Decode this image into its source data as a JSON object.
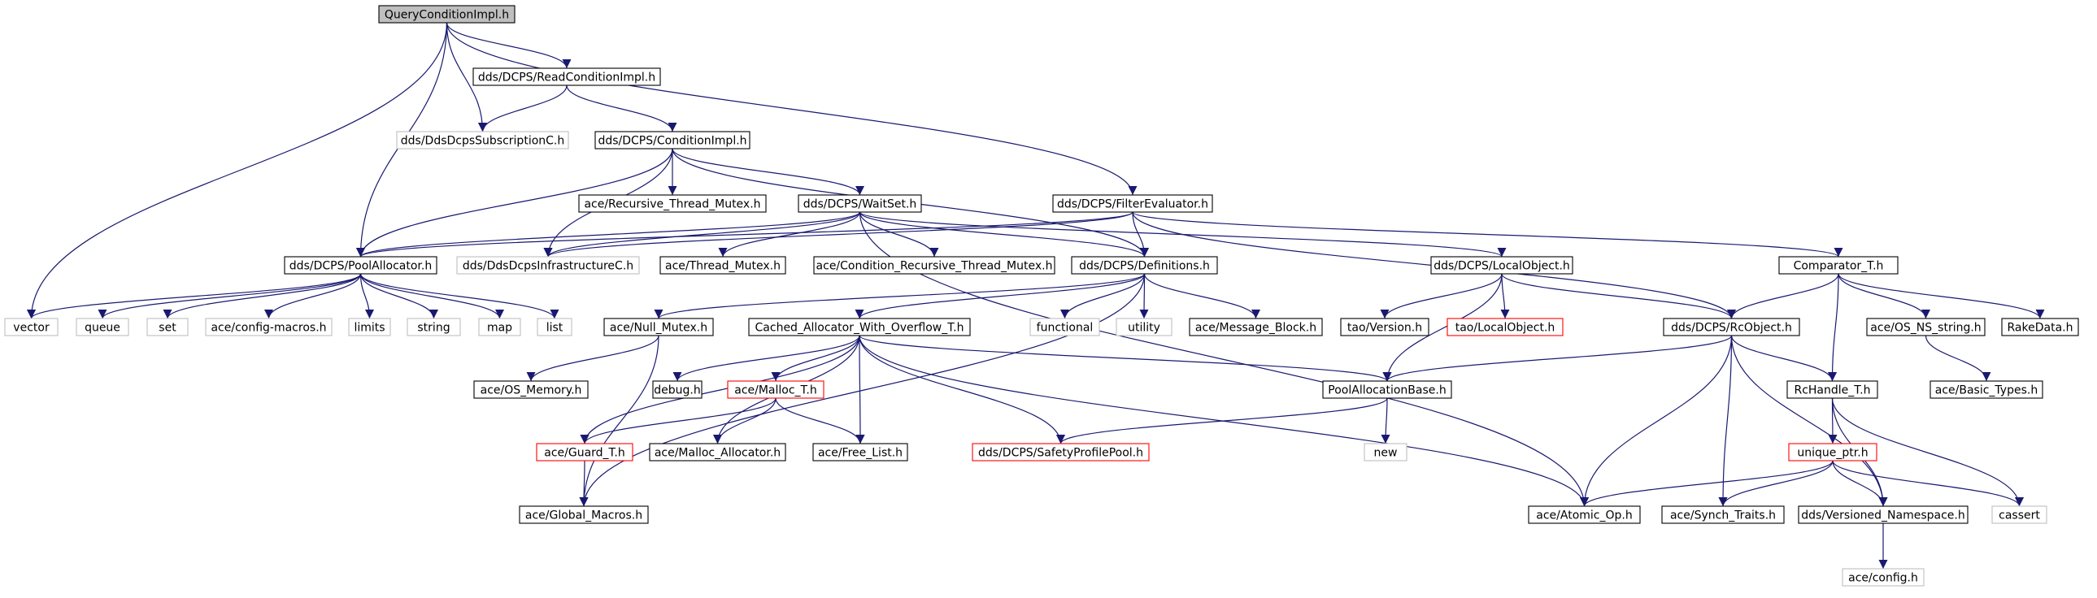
{
  "colors": {
    "edge": "#191970",
    "border_black": "#000000",
    "border_gray": "#bfbfbf",
    "border_red": "#ff0000",
    "root_fill": "#bfbfbf",
    "text": "#000000"
  },
  "nodes": [
    {
      "id": "root",
      "label": "QueryConditionImpl.h",
      "style": "root"
    },
    {
      "id": "readcond",
      "label": "dds/DCPS/ReadConditionImpl.h",
      "style": "black"
    },
    {
      "id": "ddssub",
      "label": "dds/DdsDcpsSubscriptionC.h",
      "style": "gray"
    },
    {
      "id": "condimpl",
      "label": "dds/DCPS/ConditionImpl.h",
      "style": "black"
    },
    {
      "id": "recmutex",
      "label": "ace/Recursive_Thread_Mutex.h",
      "style": "black"
    },
    {
      "id": "waitset",
      "label": "dds/DCPS/WaitSet.h",
      "style": "black"
    },
    {
      "id": "filtereval",
      "label": "dds/DCPS/FilterEvaluator.h",
      "style": "black"
    },
    {
      "id": "poolalloc",
      "label": "dds/DCPS/PoolAllocator.h",
      "style": "black"
    },
    {
      "id": "ddsinfra",
      "label": "dds/DdsDcpsInfrastructureC.h",
      "style": "gray"
    },
    {
      "id": "threadmutex",
      "label": "ace/Thread_Mutex.h",
      "style": "black"
    },
    {
      "id": "condrecmutex",
      "label": "ace/Condition_Recursive_Thread_Mutex.h",
      "style": "black"
    },
    {
      "id": "definitions",
      "label": "dds/DCPS/Definitions.h",
      "style": "black"
    },
    {
      "id": "localobj",
      "label": "dds/DCPS/LocalObject.h",
      "style": "black"
    },
    {
      "id": "comparator",
      "label": "Comparator_T.h",
      "style": "black"
    },
    {
      "id": "vector",
      "label": "vector",
      "style": "gray"
    },
    {
      "id": "queue",
      "label": "queue",
      "style": "gray"
    },
    {
      "id": "set",
      "label": "set",
      "style": "gray"
    },
    {
      "id": "configmacros",
      "label": "ace/config-macros.h",
      "style": "gray"
    },
    {
      "id": "limits",
      "label": "limits",
      "style": "gray"
    },
    {
      "id": "string",
      "label": "string",
      "style": "gray"
    },
    {
      "id": "map",
      "label": "map",
      "style": "gray"
    },
    {
      "id": "list",
      "label": "list",
      "style": "gray"
    },
    {
      "id": "nullmutex",
      "label": "ace/Null_Mutex.h",
      "style": "black"
    },
    {
      "id": "cachedalloc",
      "label": "Cached_Allocator_With_Overflow_T.h",
      "style": "black"
    },
    {
      "id": "functional",
      "label": "functional",
      "style": "gray"
    },
    {
      "id": "utility",
      "label": "utility",
      "style": "gray"
    },
    {
      "id": "msgblock",
      "label": "ace/Message_Block.h",
      "style": "black"
    },
    {
      "id": "taoversion",
      "label": "tao/Version.h",
      "style": "black"
    },
    {
      "id": "taolocal",
      "label": "tao/LocalObject.h",
      "style": "red"
    },
    {
      "id": "rcobject",
      "label": "dds/DCPS/RcObject.h",
      "style": "black"
    },
    {
      "id": "osnsstring",
      "label": "ace/OS_NS_string.h",
      "style": "black"
    },
    {
      "id": "rakedata",
      "label": "RakeData.h",
      "style": "black"
    },
    {
      "id": "osmemory",
      "label": "ace/OS_Memory.h",
      "style": "black"
    },
    {
      "id": "debug",
      "label": "debug.h",
      "style": "black"
    },
    {
      "id": "malloct",
      "label": "ace/Malloc_T.h",
      "style": "red"
    },
    {
      "id": "poolallocbase",
      "label": "PoolAllocationBase.h",
      "style": "black"
    },
    {
      "id": "rchandle",
      "label": "RcHandle_T.h",
      "style": "black"
    },
    {
      "id": "basictypes",
      "label": "ace/Basic_Types.h",
      "style": "black"
    },
    {
      "id": "guardt",
      "label": "ace/Guard_T.h",
      "style": "red"
    },
    {
      "id": "mallocalloc",
      "label": "ace/Malloc_Allocator.h",
      "style": "black"
    },
    {
      "id": "freelist",
      "label": "ace/Free_List.h",
      "style": "black"
    },
    {
      "id": "safetypool",
      "label": "dds/DCPS/SafetyProfilePool.h",
      "style": "red"
    },
    {
      "id": "new",
      "label": "new",
      "style": "gray"
    },
    {
      "id": "uniqueptr",
      "label": "unique_ptr.h",
      "style": "red"
    },
    {
      "id": "globalmacros",
      "label": "ace/Global_Macros.h",
      "style": "black"
    },
    {
      "id": "atomicop",
      "label": "ace/Atomic_Op.h",
      "style": "black"
    },
    {
      "id": "synchtraits",
      "label": "ace/Synch_Traits.h",
      "style": "black"
    },
    {
      "id": "versionedns",
      "label": "dds/Versioned_Namespace.h",
      "style": "black"
    },
    {
      "id": "cassert",
      "label": "cassert",
      "style": "gray"
    },
    {
      "id": "aceconfig",
      "label": "ace/config.h",
      "style": "gray"
    }
  ],
  "edges": [
    [
      "root",
      "readcond"
    ],
    [
      "root",
      "ddssub"
    ],
    [
      "root",
      "poolalloc"
    ],
    [
      "root",
      "filtereval"
    ],
    [
      "root",
      "vector"
    ],
    [
      "readcond",
      "ddssub"
    ],
    [
      "readcond",
      "condimpl"
    ],
    [
      "condimpl",
      "recmutex"
    ],
    [
      "condimpl",
      "waitset"
    ],
    [
      "condimpl",
      "poolalloc"
    ],
    [
      "condimpl",
      "ddsinfra"
    ],
    [
      "condimpl",
      "definitions"
    ],
    [
      "waitset",
      "poolalloc"
    ],
    [
      "waitset",
      "ddsinfra"
    ],
    [
      "waitset",
      "threadmutex"
    ],
    [
      "waitset",
      "condrecmutex"
    ],
    [
      "waitset",
      "definitions"
    ],
    [
      "waitset",
      "localobj"
    ],
    [
      "waitset",
      "atomicop"
    ],
    [
      "filtereval",
      "definitions"
    ],
    [
      "filtereval",
      "comparator"
    ],
    [
      "filtereval",
      "rcobject"
    ],
    [
      "filtereval",
      "poolalloc"
    ],
    [
      "filtereval",
      "ddsinfra"
    ],
    [
      "poolalloc",
      "vector"
    ],
    [
      "poolalloc",
      "queue"
    ],
    [
      "poolalloc",
      "set"
    ],
    [
      "poolalloc",
      "configmacros"
    ],
    [
      "poolalloc",
      "limits"
    ],
    [
      "poolalloc",
      "string"
    ],
    [
      "poolalloc",
      "map"
    ],
    [
      "poolalloc",
      "list"
    ],
    [
      "definitions",
      "nullmutex"
    ],
    [
      "definitions",
      "cachedalloc"
    ],
    [
      "definitions",
      "functional"
    ],
    [
      "definitions",
      "utility"
    ],
    [
      "definitions",
      "msgblock"
    ],
    [
      "definitions",
      "globalmacros"
    ],
    [
      "localobj",
      "taoversion"
    ],
    [
      "localobj",
      "taolocal"
    ],
    [
      "localobj",
      "rcobject"
    ],
    [
      "localobj",
      "poolallocbase"
    ],
    [
      "comparator",
      "rcobject"
    ],
    [
      "comparator",
      "osnsstring"
    ],
    [
      "comparator",
      "rakedata"
    ],
    [
      "comparator",
      "rchandle"
    ],
    [
      "nullmutex",
      "osmemory"
    ],
    [
      "nullmutex",
      "globalmacros"
    ],
    [
      "cachedalloc",
      "debug"
    ],
    [
      "cachedalloc",
      "malloct"
    ],
    [
      "cachedalloc",
      "poolallocbase"
    ],
    [
      "cachedalloc",
      "guardt"
    ],
    [
      "cachedalloc",
      "mallocalloc"
    ],
    [
      "cachedalloc",
      "freelist"
    ],
    [
      "cachedalloc",
      "safetypool"
    ],
    [
      "cachedalloc",
      "atomicop"
    ],
    [
      "malloct",
      "guardt"
    ],
    [
      "malloct",
      "mallocalloc"
    ],
    [
      "malloct",
      "freelist"
    ],
    [
      "guardt",
      "globalmacros"
    ],
    [
      "rcobject",
      "poolallocbase"
    ],
    [
      "rcobject",
      "rchandle"
    ],
    [
      "rcobject",
      "atomicop"
    ],
    [
      "rcobject",
      "synchtraits"
    ],
    [
      "rcobject",
      "versionedns"
    ],
    [
      "poolallocbase",
      "safetypool"
    ],
    [
      "poolallocbase",
      "new"
    ],
    [
      "osnsstring",
      "basictypes"
    ],
    [
      "rchandle",
      "uniqueptr"
    ],
    [
      "rchandle",
      "versionedns"
    ],
    [
      "rchandle",
      "cassert"
    ],
    [
      "uniqueptr",
      "atomicop"
    ],
    [
      "uniqueptr",
      "synchtraits"
    ],
    [
      "uniqueptr",
      "versionedns"
    ],
    [
      "uniqueptr",
      "cassert"
    ],
    [
      "versionedns",
      "aceconfig"
    ]
  ]
}
